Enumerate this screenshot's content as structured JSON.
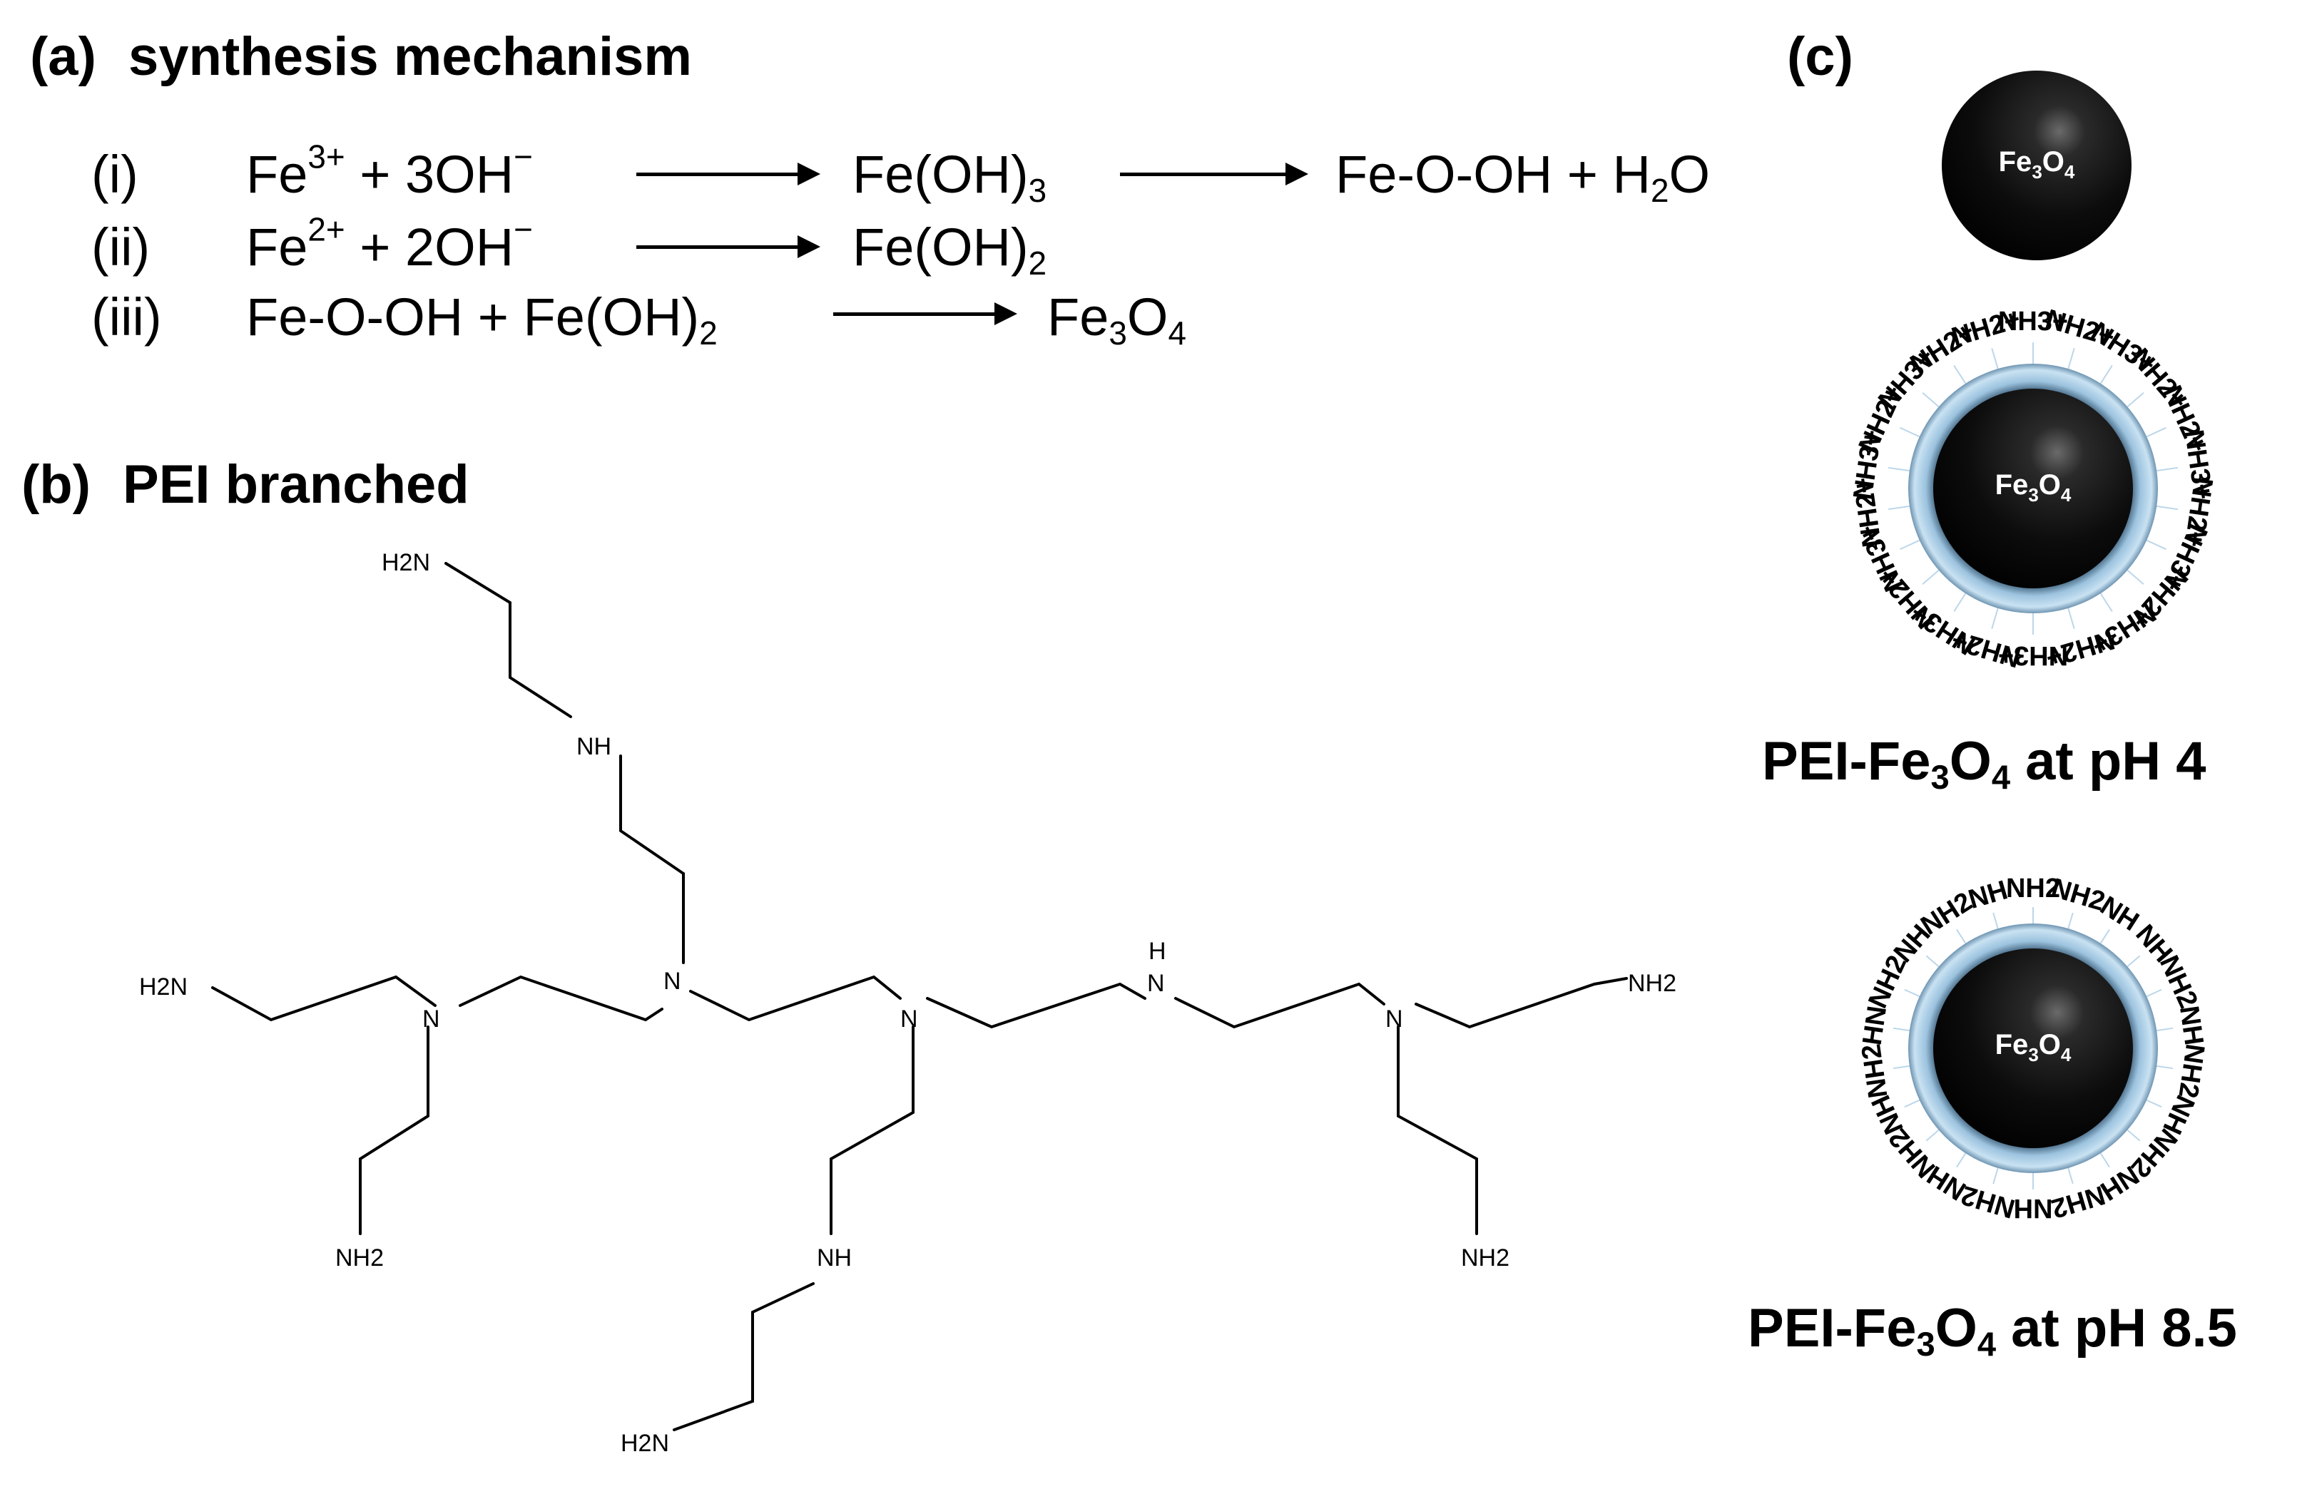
{
  "panel_a": {
    "tag": "(a)",
    "title": "synthesis mechanism",
    "reactions": [
      {
        "num": "(i)",
        "lhs": [
          "Fe",
          "3+",
          " + 3OH",
          "−"
        ],
        "mid": [
          "Fe(OH)",
          "3"
        ],
        "rhs": [
          "Fe-O-OH + H",
          "2",
          "O"
        ]
      },
      {
        "num": "(ii)",
        "lhs": [
          "Fe",
          "2+",
          " + 2OH",
          "−"
        ],
        "mid": [
          "Fe(OH)",
          "2"
        ]
      },
      {
        "num": "(iii)",
        "lhs": [
          "Fe-O-OH + Fe(OH)",
          "2"
        ],
        "mid": [
          "Fe",
          "3",
          "O",
          "4"
        ]
      }
    ]
  },
  "panel_b": {
    "tag": "(b)",
    "title": "PEI branched",
    "atoms": {
      "top_nh2": "H2N",
      "upper_nh": "NH",
      "left_nh2": "H2N",
      "n1": "N",
      "n2": "N",
      "n3": "N",
      "nh_center": "H",
      "nh_center_n": "N",
      "n4": "N",
      "right_nh2": "NH2",
      "low_left_nh2": "NH2",
      "low_mid_nh": "NH",
      "bottom_nh2": "H2N",
      "low_right_nh2": "NH2"
    }
  },
  "panel_c": {
    "tag": "(c)",
    "core_label_main": "Fe",
    "core_label_sub1": "3",
    "core_label_o": "O",
    "core_label_sub2": "4",
    "caption1": [
      "PEI-Fe",
      "3",
      "O",
      "4",
      " at pH 4"
    ],
    "caption2": [
      "PEI-Fe",
      "3",
      "O",
      "4",
      " at pH 8.5"
    ],
    "ring_ph4": [
      "NH3+",
      "NH2+",
      "NH3+",
      "NH2+",
      "NH2+",
      "NH3+",
      "NH2+",
      "NH3+",
      "NH2+",
      "NH3+",
      "NH2+",
      "NH3+",
      "NH2+",
      "NH3+",
      "NH2+",
      "NH3+",
      "NH2+",
      "NH3+",
      "NH2+",
      "NH3+",
      "NH2+",
      "NH2+"
    ],
    "ring_ph85": [
      "NH2",
      "NH2",
      "NH",
      "NH",
      "NH2",
      "NH",
      "NH2",
      "NH",
      "NH2",
      "NH",
      "NH2",
      "NH",
      "NH2",
      "NH",
      "NH2",
      "NH",
      "NH2",
      "HN",
      "NH2",
      "NH",
      "NH2",
      "NH"
    ],
    "colors": {
      "shell": "#9cc3df",
      "core": "#111111"
    }
  }
}
